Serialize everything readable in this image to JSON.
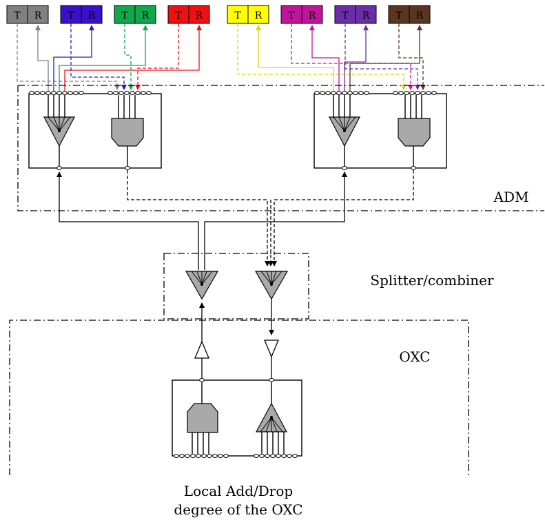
{
  "transceivers": [
    {
      "t_label": "T",
      "r_label": "R",
      "color": "#808080"
    },
    {
      "t_label": "T",
      "r_label": "R",
      "color": "#3a10c8"
    },
    {
      "t_label": "T",
      "r_label": "R",
      "color": "#0fa84a"
    },
    {
      "t_label": "T",
      "r_label": "R",
      "color": "#ee1111"
    },
    {
      "t_label": "T",
      "r_label": "R",
      "color": "#ffff00"
    },
    {
      "t_label": "T",
      "r_label": "R",
      "color": "#c0159a"
    },
    {
      "t_label": "T",
      "r_label": "R",
      "color": "#6a2ea8"
    },
    {
      "t_label": "T",
      "r_label": "R",
      "color": "#5a3520"
    }
  ],
  "labels": {
    "adm": "ADM",
    "splitter": "Splitter/combiner",
    "oxc": "OXC",
    "local_line1": "Local Add/Drop",
    "local_line2": "degree of the OXC"
  },
  "colors": {
    "device_fill": "#a9a9a9",
    "line": "#000000"
  }
}
